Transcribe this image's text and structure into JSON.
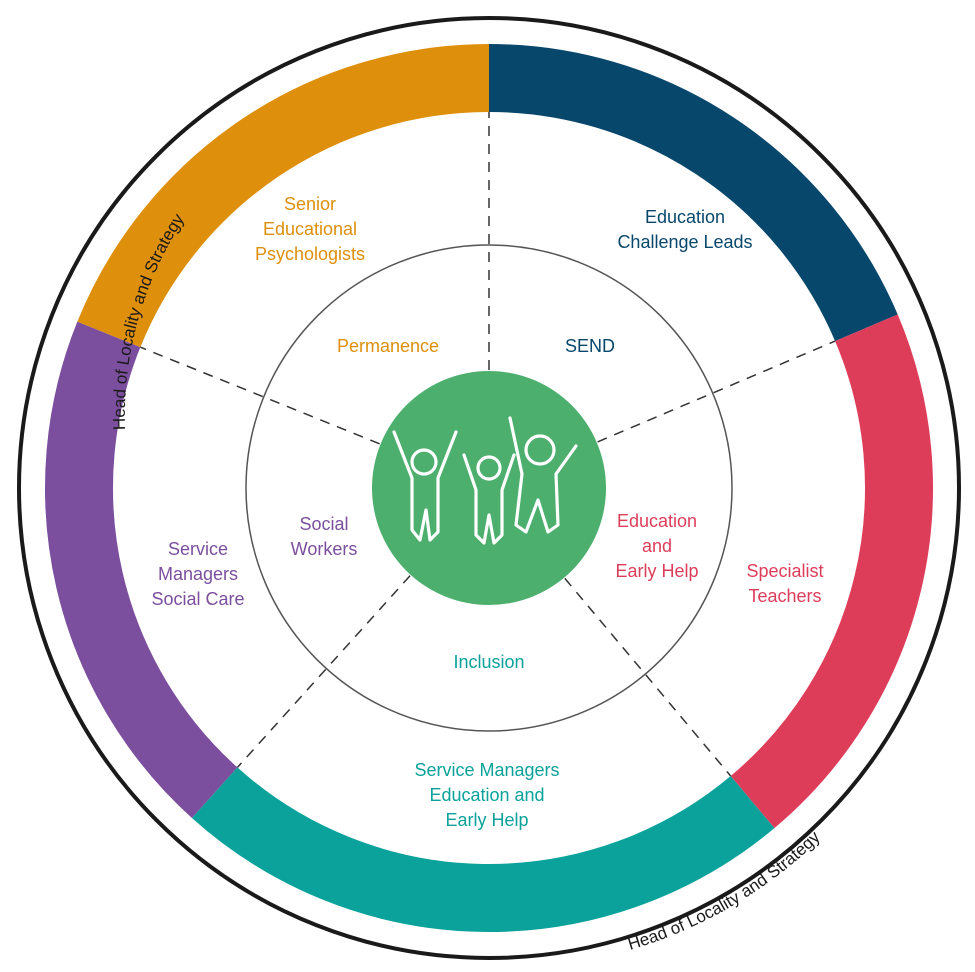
{
  "outer_arc_labels": {
    "top_left": "Head of Locality and Strategy",
    "bottom_right": "Head of Locality and Strategy"
  },
  "center": {
    "icon": "people-celebrating-icon",
    "color": "#4caf6e"
  },
  "segments": [
    {
      "id": "education-challenge-leads",
      "outer_lines": [
        "Education",
        "Challenge Leads"
      ],
      "inner_lines": [
        "SEND"
      ],
      "color": "#08476c"
    },
    {
      "id": "specialist-teachers",
      "outer_lines": [
        "Specialist",
        "Teachers"
      ],
      "inner_lines": [
        "Education",
        "and",
        "Early Help"
      ],
      "color": "#de3d5a"
    },
    {
      "id": "service-managers-education",
      "outer_lines": [
        "Service Managers",
        "Education and",
        "Early Help"
      ],
      "inner_lines": [
        "Inclusion"
      ],
      "color": "#0aa29b"
    },
    {
      "id": "service-managers-social-care",
      "outer_lines": [
        "Service",
        "Managers",
        "Social Care"
      ],
      "inner_lines": [
        "Social",
        "Workers"
      ],
      "color": "#7b4f9e"
    },
    {
      "id": "senior-educational-psychologists",
      "outer_lines": [
        "Senior",
        "Educational",
        "Psychologists"
      ],
      "inner_lines": [
        "Permanence"
      ],
      "color": "#de8f0b"
    }
  ],
  "colors": {
    "outline": "#1a1a1a",
    "inner_circle": "#555555",
    "dash": "#333333"
  }
}
